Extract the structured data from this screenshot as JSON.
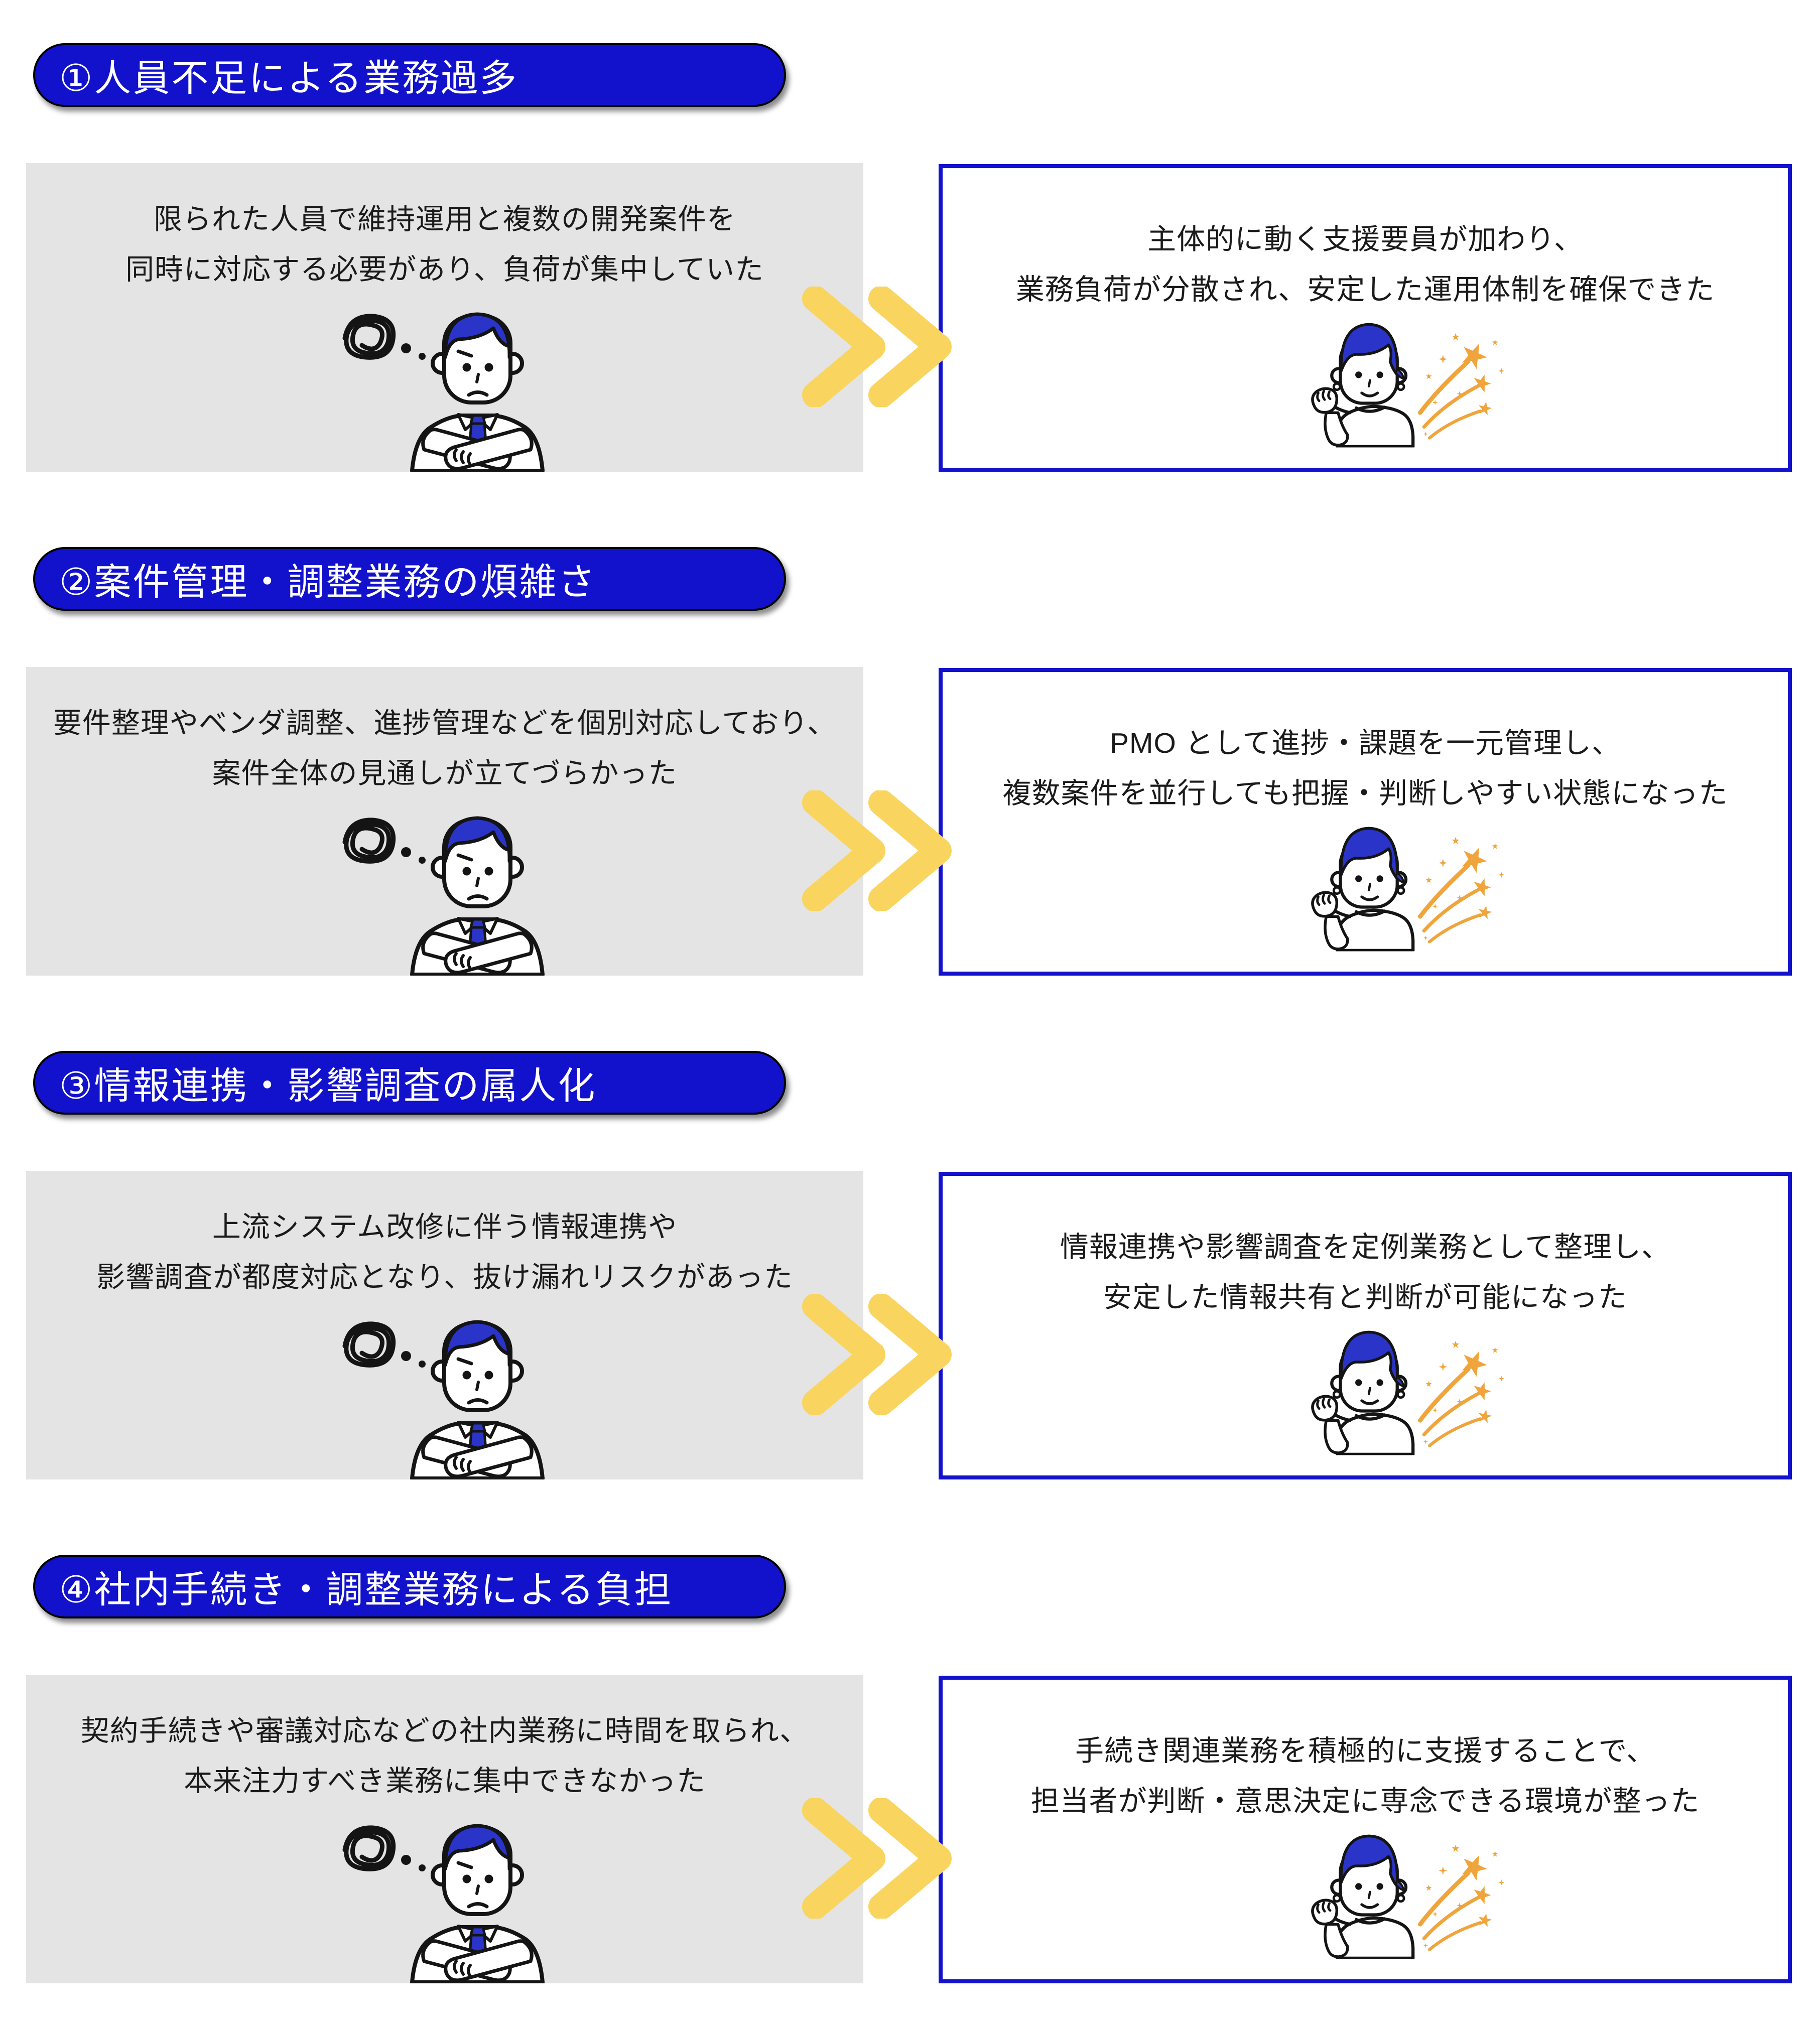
{
  "colors": {
    "primary_blue": "#1212CD",
    "illustration_blue": "#2A34C8",
    "problem_box_gray": "#E4E4E4",
    "arrow_yellow": "#F9D45F",
    "star_orange": "#F0A43C",
    "header_text_white": "#FFFFFF",
    "body_text_black": "#1A1A1A"
  },
  "icons": {
    "problem": "worried-person-scribble-icon",
    "solution": "happy-person-shooting-stars-icon",
    "transition": "double-chevron-right-icon"
  },
  "sections": [
    {
      "header": "①人員不足による業務過多",
      "problem_line1": "限られた人員で維持運用と複数の開発案件を",
      "problem_line2": "同時に対応する必要があり、負荷が集中していた",
      "solution_line1": "主体的に動く支援要員が加わり、",
      "solution_line2": "業務負荷が分散され、安定した運用体制を確保できた"
    },
    {
      "header": "②案件管理・調整業務の煩雑さ",
      "problem_line1": "要件整理やベンダ調整、進捗管理などを個別対応しており、",
      "problem_line2": "案件全体の見通しが立てづらかった",
      "solution_line1": "PMO として進捗・課題を一元管理し、",
      "solution_line2": "複数案件を並行しても把握・判断しやすい状態になった"
    },
    {
      "header": "③情報連携・影響調査の属人化",
      "problem_line1": "上流システム改修に伴う情報連携や",
      "problem_line2": "影響調査が都度対応となり、抜け漏れリスクがあった",
      "solution_line1": "情報連携や影響調査を定例業務として整理し、",
      "solution_line2": "安定した情報共有と判断が可能になった"
    },
    {
      "header": "④社内手続き・調整業務による負担",
      "problem_line1": "契約手続きや審議対応などの社内業務に時間を取られ、",
      "problem_line2": "本来注力すべき業務に集中できなかった",
      "solution_line1": "手続き関連業務を積極的に支援することで、",
      "solution_line2": "担当者が判断・意思決定に専念できる環境が整った"
    }
  ]
}
